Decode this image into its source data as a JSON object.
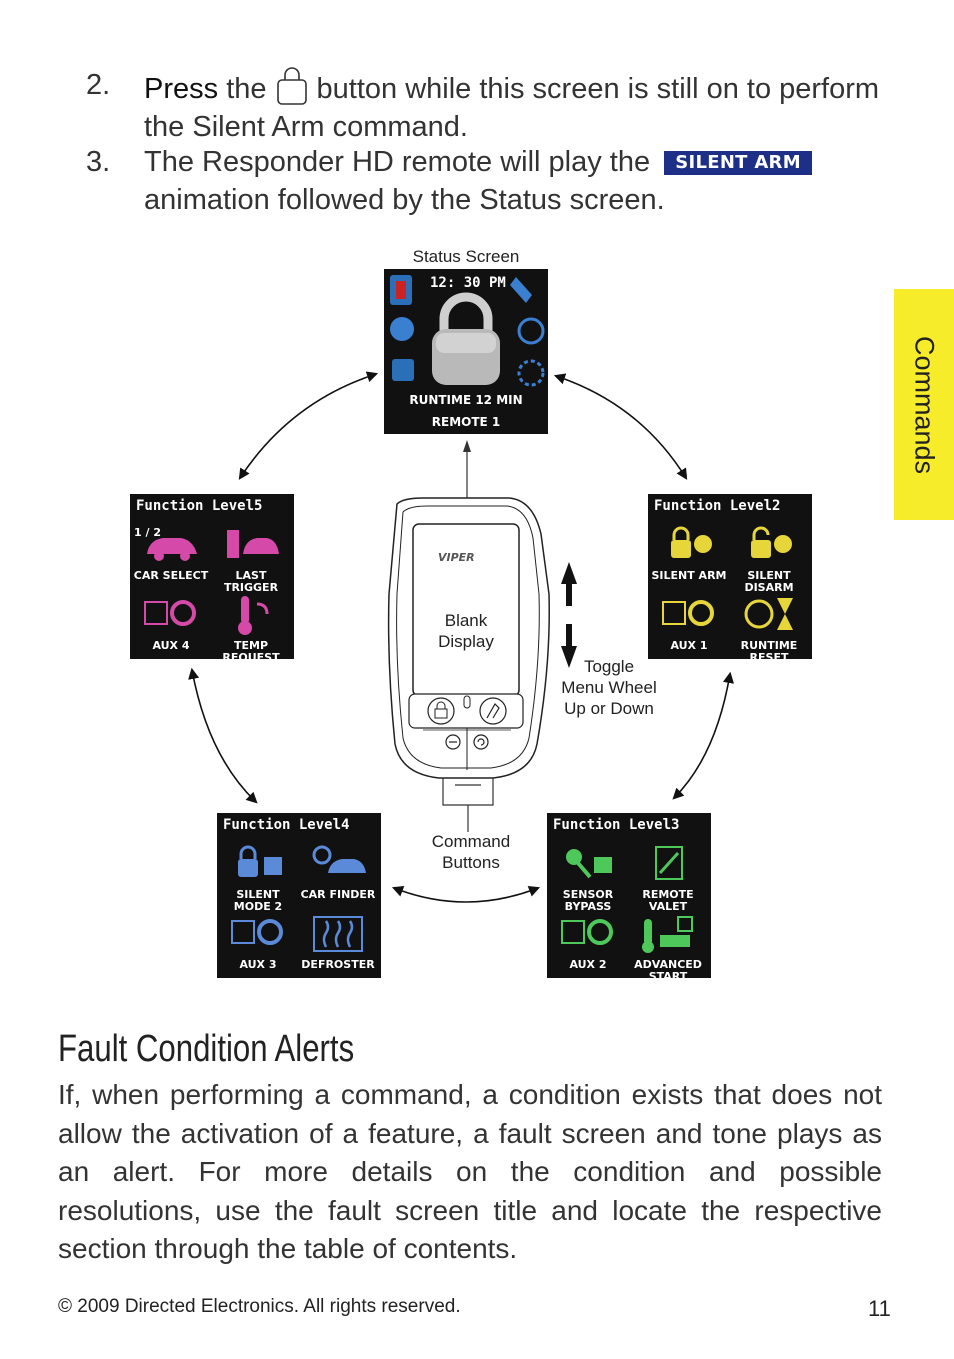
{
  "steps": [
    {
      "num": "2.",
      "press": "Press",
      "pre": "the",
      "post": "button while this screen is still on to perform the Silent Arm command."
    },
    {
      "num": "3.",
      "pre": "The Responder HD remote will play the",
      "badge": "SILENT ARM",
      "post": "animation followed by the Status screen."
    }
  ],
  "side_tab": "Commands",
  "diagram": {
    "status_caption": "Status Screen",
    "status_screen": {
      "time": "12: 30 PM",
      "line1": "RUNTIME 12 MIN",
      "line2": "REMOTE 1"
    },
    "remote": {
      "brand": "VIPER",
      "display_label_1": "Blank",
      "display_label_2": "Display"
    },
    "toggle_caption": [
      "Toggle",
      "Menu Wheel",
      "Up or Down"
    ],
    "command_caption": [
      "Command",
      "Buttons"
    ],
    "level5": {
      "title": "Function Level5",
      "page": "1 / 2",
      "items": [
        "CAR SELECT",
        "LAST TRIGGER",
        "AUX 4",
        "TEMP REQUEST"
      ]
    },
    "level2": {
      "title": "Function Level2",
      "items": [
        "SILENT ARM",
        "SILENT DISARM",
        "AUX 1",
        "RUNTIME RESET"
      ]
    },
    "level4": {
      "title": "Function Level4",
      "items": [
        "SILENT MODE 2",
        "CAR FINDER",
        "AUX 3",
        "DEFROSTER"
      ]
    },
    "level3": {
      "title": "Function Level3",
      "items": [
        "SENSOR BYPASS",
        "REMOTE VALET",
        "AUX 2",
        "ADVANCED START"
      ]
    }
  },
  "section_title": "Fault Condition Alerts",
  "paragraph": "If, when performing a command, a condition exists that does not allow the activation of a feature, a fault screen and tone plays as an alert. For more details on the condition and possible resolutions, use the fault screen title and locate the respective section through the table of contents.",
  "footer": {
    "copyright": "© 2009 Directed Electronics. All rights reserved.",
    "page_number": "11"
  },
  "colors": {
    "badge": "#1d2f86",
    "tab": "#f6ec2a",
    "screen_bg": "#111111"
  }
}
